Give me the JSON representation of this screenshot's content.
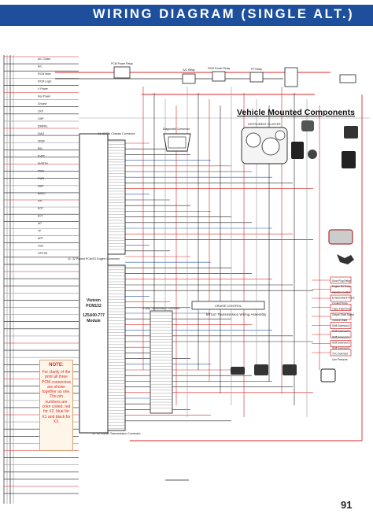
{
  "header": {
    "title": "WIRING DIAGRAM (SINGLE ALT.)",
    "bar_color": "#1d4f9c"
  },
  "page_number": "91",
  "section_title": "Vehicle Mounted Components",
  "note": {
    "title": "NOTE:",
    "text": "For clarity of the print all three PCM connectors are shown together as one. The pin numbers are color coded, red for X2, blue for X1 and black for X3."
  },
  "module": {
    "label_top": "Visteon",
    "label_mid": "PCM132",
    "label_part": "1Z5A00-777",
    "label_bottom": "Module"
  },
  "connectors": {
    "x1_top": "J1: 12 Pin Chassis Connector",
    "x2_mid": "J1: 32 Pocket PCM/X2 Engine Connector",
    "x3_bottom": "J1: 32 Pocket Transmission Connector",
    "diag": "Diagnostic Connector",
    "instrument": "INSTRUMENT CLUSTER",
    "nine_way": "9-Way Transmission Connector",
    "cruise": "CRUISE CONTROL",
    "trans_assembly": "5R110 Transmission Wiring Assembly",
    "relay_pcm": "PCM Power Relay",
    "relay_ac": "A/C Relay",
    "relay_fuel": "FICM Power Relay",
    "relay_glow": "FP Relay"
  },
  "left_pins": [
    "A/C Clutch",
    "A/C",
    "FICM Main",
    "FICM Logic",
    "V Power",
    "Key Power",
    "Ground",
    "CKP",
    "CMP",
    "IDMREL",
    "DIAG",
    "VREF",
    "PID",
    "EVRT",
    "SIGRTN",
    "PWR",
    "PWR",
    "MAP",
    "BARO",
    "ICP",
    "EOT",
    "ECT",
    "IAT",
    "TP",
    "APP",
    "VSS",
    "GPCTM"
  ],
  "right_labels": [
    "Glow Plug Relay",
    "Engine Oil Temp",
    "Injection Control",
    "Exhaust Back Press",
    "Coolant Temp",
    "Trans Fluid Temp",
    "Output Shaft Speed",
    "Turbine Shaft",
    "Shift Solenoid A",
    "Shift Solenoid B",
    "Shift Solenoid C",
    "Shift Solenoid D",
    "Shift Solenoid E",
    "TCC Solenoid",
    "Line Pressure"
  ],
  "colors": {
    "wire_red": "#d62828",
    "wire_black": "#222222",
    "wire_gray": "#9a9a9a",
    "wire_blue": "#2255aa",
    "accent_orange": "#e8802a"
  }
}
